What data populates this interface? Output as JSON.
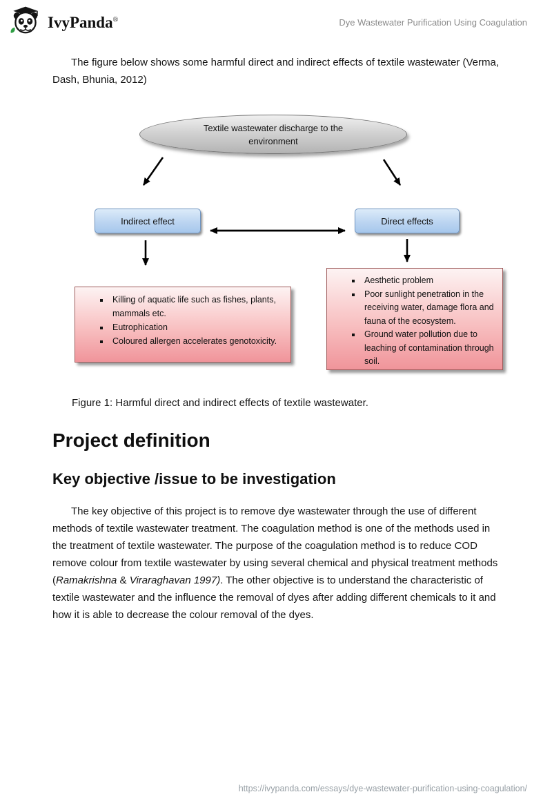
{
  "header": {
    "brand_name": "IvyPanda",
    "brand_reg": "®",
    "page_title": "Dye Wastewater Purification Using Coagulation"
  },
  "intro": {
    "text": "The figure below shows some harmful direct and indirect effects of textile wastewater (Verma, Dash, Bhunia, 2012)"
  },
  "diagram": {
    "ellipse_label": "Textile wastewater discharge to the environment",
    "indirect_label": "Indirect effect",
    "direct_label": "Direct effects",
    "indirect_items": [
      "Killing of aquatic life such as fishes, plants, mammals etc.",
      "Eutrophication",
      "Coloured allergen accelerates genotoxicity."
    ],
    "direct_items": [
      "Aesthetic problem",
      "Poor sunlight penetration in the receiving water, damage flora and fauna of the ecosystem.",
      "Ground water pollution due to leaching of contamination through soil."
    ],
    "colors": {
      "ellipse_fill_top": "#f0f0f0",
      "ellipse_fill_bottom": "#b3b3b3",
      "blue_box_top": "#dcebf9",
      "blue_box_bottom": "#a6c7ec",
      "pink_box_top": "#fdf3f3",
      "pink_box_bottom": "#f0949a",
      "pink_box_border": "#9e5a5a",
      "arrow": "#000000"
    }
  },
  "caption": "Figure 1: Harmful direct and indirect effects of textile wastewater.",
  "section": {
    "heading": "Project definition",
    "subheading": "Key objective /issue to be investigation",
    "paragraph_parts": [
      {
        "text": "The key objective of this project is to remove dye wastewater through the use of different methods of textile wastewater treatment. The coagulation method is one of the methods used in the treatment of textile wastewater. The purpose of the coagulation method is to reduce COD remove colour from textile wastewater by using several chemical and physical treatment methods (",
        "style": "normal"
      },
      {
        "text": "Ramakrishna",
        "style": "italic"
      },
      {
        "text": " & ",
        "style": "normal"
      },
      {
        "text": "Viraraghavan 1997)",
        "style": "italic"
      },
      {
        "text": ". The other objective is to understand the characteristic of textile wastewater and the influence the removal of dyes after adding different chemicals to it and how it is able to decrease the colour removal of the dyes.",
        "style": "normal"
      }
    ]
  },
  "footer": {
    "url": "https://ivypanda.com/essays/dye-wastewater-purification-using-coagulation/"
  }
}
